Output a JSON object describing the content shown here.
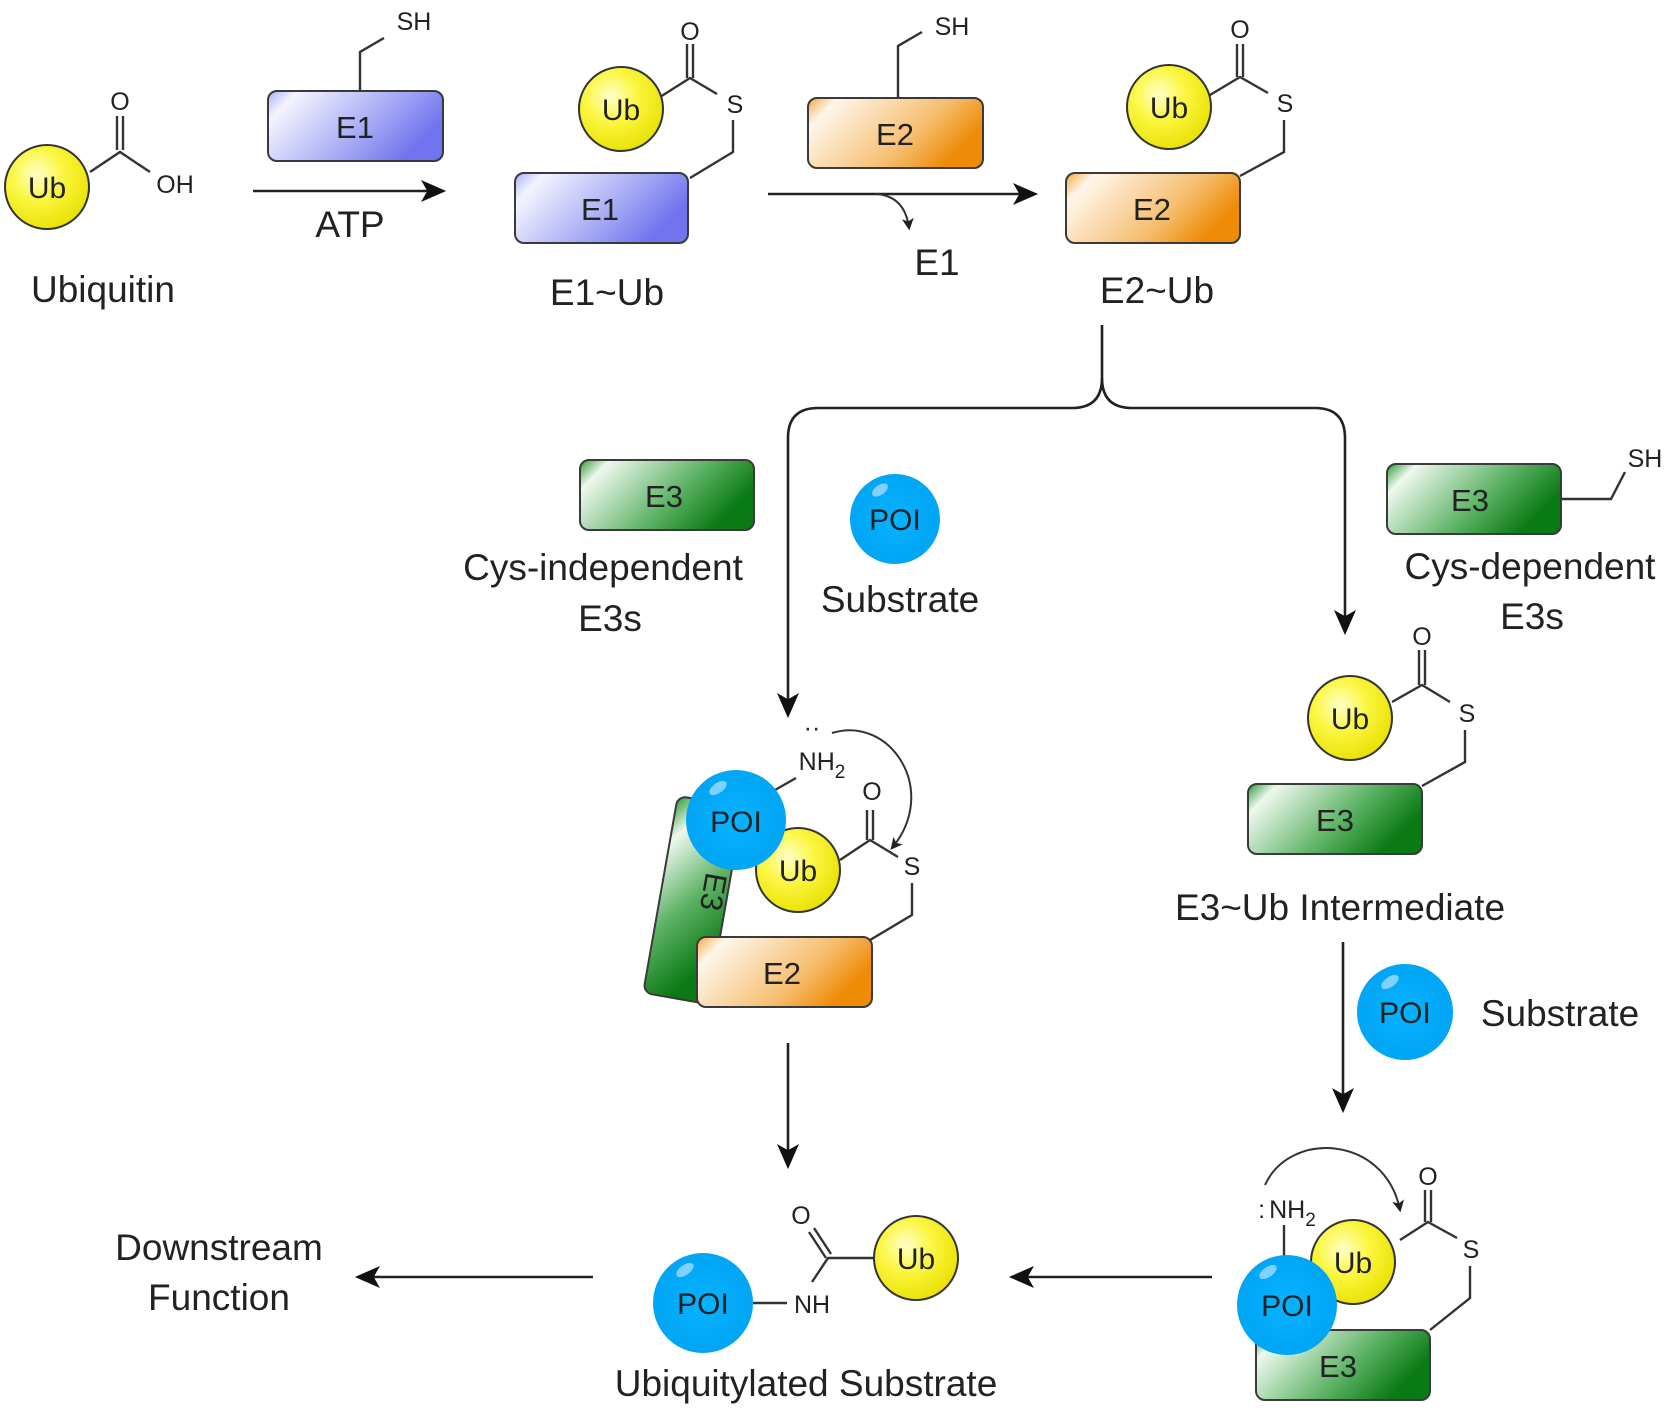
{
  "title": "Ubiquitination enzymatic cascade",
  "colors": {
    "ub": "#f5f020",
    "e1": "#8080f0",
    "e2": "#f0900a",
    "e3": "#118a1c",
    "poi": "#00aaff",
    "line": "#222222"
  },
  "top_row": {
    "ubiquitin": {
      "ball": "Ub",
      "oxygen": "O",
      "hydroxyl": "OH",
      "label": "Ubiquitin"
    },
    "step1": {
      "enzyme": "E1",
      "thiol": "SH",
      "reagent": "ATP"
    },
    "e1_ub": {
      "ball": "Ub",
      "oxygen": "O",
      "sulfur": "S",
      "enzyme": "E1",
      "label": "E1~Ub"
    },
    "step2": {
      "enzyme": "E2",
      "thiol": "SH",
      "released": "E1"
    },
    "e2_ub": {
      "ball": "Ub",
      "oxygen": "O",
      "sulfur": "S",
      "enzyme": "E2",
      "label": "E2~Ub"
    }
  },
  "left_branch": {
    "e3": {
      "enzyme": "E3",
      "label_line1": "Cys-independent",
      "label_line2": "E3s"
    },
    "substrate": {
      "ball": "POI",
      "label": "Substrate"
    },
    "complex": {
      "poi": "POI",
      "amine": "NH",
      "amine_sub": "2",
      "oxygen": "O",
      "ub": "Ub",
      "sulfur": "S",
      "e3": "E3",
      "e2": "E2"
    }
  },
  "right_branch": {
    "e3": {
      "enzyme": "E3",
      "thiol": "SH",
      "label_line1": "Cys-dependent",
      "label_line2": "E3s"
    },
    "intermediate": {
      "ball": "Ub",
      "oxygen": "O",
      "sulfur": "S",
      "enzyme": "E3",
      "label": "E3~Ub Intermediate"
    },
    "substrate": {
      "ball": "POI",
      "label": "Substrate"
    },
    "complex": {
      "amine_prefix": ":",
      "amine": "NH",
      "amine_sub": "2",
      "oxygen": "O",
      "ub": "Ub",
      "sulfur": "S",
      "poi": "POI",
      "e3": "E3"
    }
  },
  "product": {
    "poi": "POI",
    "amide_nh": "NH",
    "oxygen": "O",
    "ub": "Ub",
    "label": "Ubiquitylated Substrate"
  },
  "downstream": {
    "line1": "Downstream",
    "line2": "Function"
  }
}
